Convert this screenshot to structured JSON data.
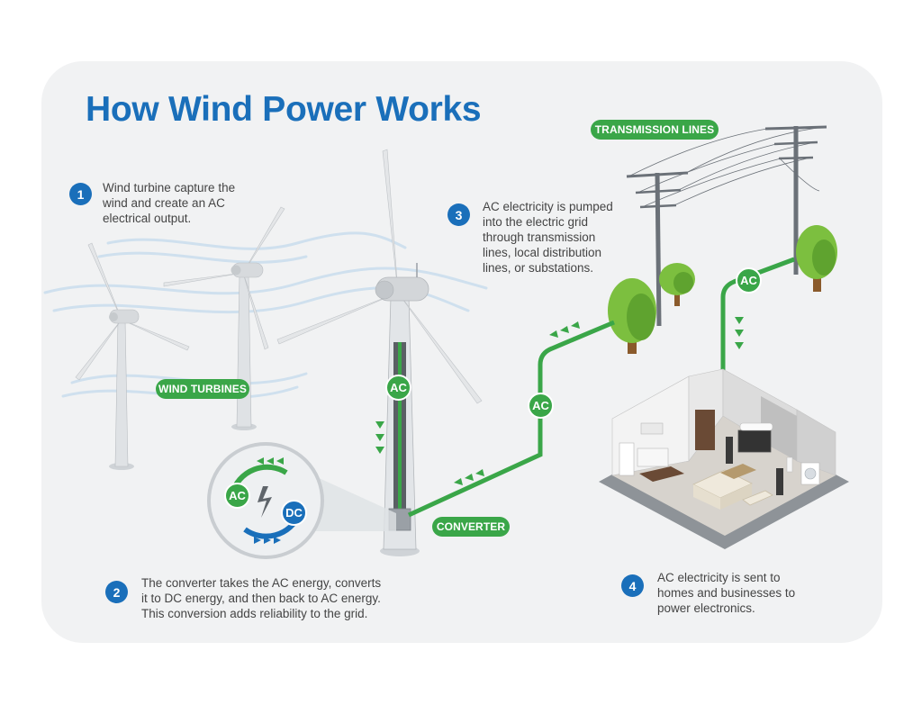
{
  "title": "How Wind Power Works",
  "steps": [
    {
      "number": "1",
      "text": "Wind turbine capture the\nwind and create an AC\nelectrical output."
    },
    {
      "number": "2",
      "text": "The converter takes the AC energy, converts\nit to DC energy, and then back to AC energy.\nThis conversion adds reliability to the grid."
    },
    {
      "number": "3",
      "text": "AC electricity is pumped\ninto the electric grid\nthrough transmission\nlines, local distribution\nlines, or substations."
    },
    {
      "number": "4",
      "text": "AC electricity is sent to\nhomes and businesses to\npower electronics."
    }
  ],
  "labels": {
    "wind_turbines": "WIND TURBINES",
    "converter": "CONVERTER",
    "transmission_lines": "TRANSMISSION LINES"
  },
  "badges": {
    "ac": "AC",
    "dc": "DC"
  },
  "colors": {
    "brand_blue": "#1a6fba",
    "flow_green": "#3aa648",
    "card_background": "#f1f2f3"
  }
}
